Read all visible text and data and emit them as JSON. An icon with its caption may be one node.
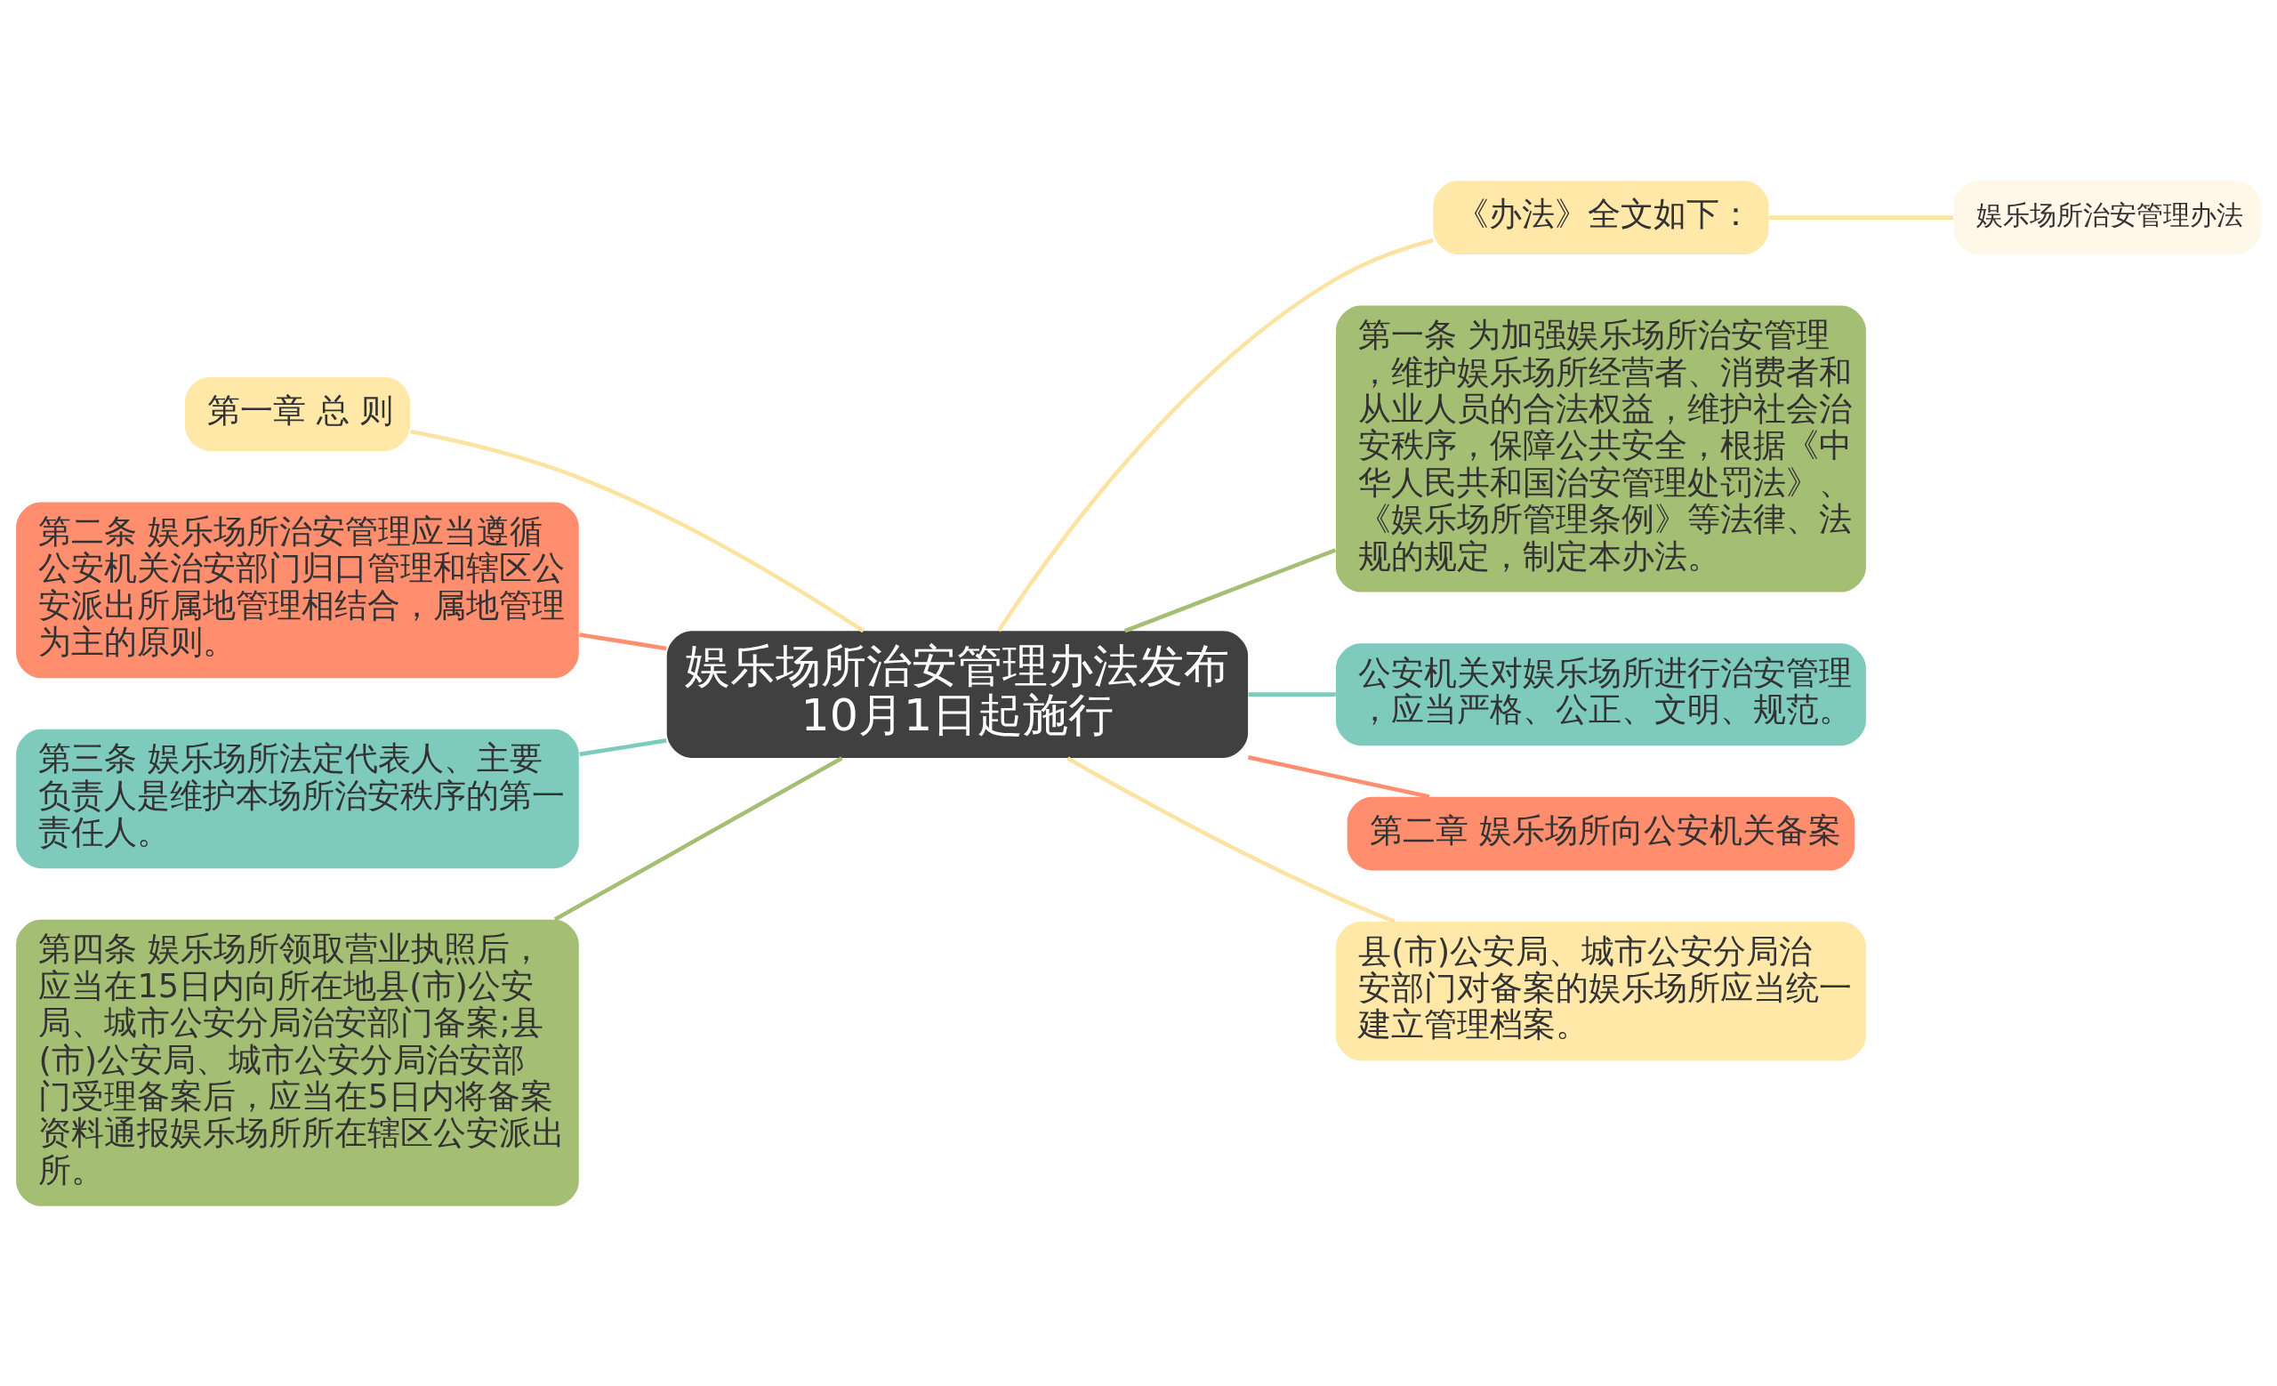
{
  "diagram": {
    "nodes": [
      {
        "text": [
          "娱乐场所治安管理办法发布 10月1日起施行"
        ]
      },
      {
        "text": [
          "第一章 总 则"
        ]
      },
      {
        "text": [
          "第二条 娱乐场所治安管理应当遵循公安机关治安部门归口管理和辖区公安派出所属地管理相结合，属地管理为主的原则。"
        ]
      },
      {
        "text": [
          "第三条 娱乐场所法定代表人、主要负责人是维护本场所治安秩序的第一责任人。"
        ]
      },
      {
        "text": [
          "第四条 娱乐场所领取营业执照后，应当在15日内向所在地县(市)公安局、城市公安分局治安部门备案;县(市)公安局、城市公安分局治安部门受理备案后，应当在5日内将备案资料通报娱乐场所所在辖区公安派出所。"
        ]
      },
      {
        "text": [
          "《办法》全文如下："
        ]
      },
      {
        "text": [
          "娱乐场所治安管理办法"
        ]
      },
      {
        "text": [
          "第一条 为加强娱乐场所治安管理，维护娱乐场所经营者、消费者和从业人员的合法权益，维护社会治安秩序，保障公共安全，根据《中华人民共和国治安管理处罚法》、《娱乐场所管理条例》等法律、法规的规定，制定本办法。"
        ]
      },
      {
        "text": [
          "公安机关对娱乐场所进行治安管理，应当严格、公正、文明、规范。"
        ]
      },
      {
        "text": [
          "第二章 娱乐场所向公安机关备案"
        ]
      },
      {
        "text": [
          "县(市)公安局、城市公安分局治安部门对备案的娱乐场所应当统一建立管理档案。"
        ]
      }
    ],
    "edges": [
      {
        "from": 0,
        "to": 1,
        "arrow": "none",
        "color": "#fde3a2"
      },
      {
        "from": 0,
        "to": 2,
        "arrow": "none",
        "color": "#ff8e6e"
      },
      {
        "from": 0,
        "to": 3,
        "arrow": "none",
        "color": "#7ecbbe"
      },
      {
        "from": 0,
        "to": 4,
        "arrow": "none",
        "color": "#a4be74"
      },
      {
        "from": 0,
        "to": 5,
        "arrow": "none",
        "color": "#fde3a2"
      },
      {
        "from": 5,
        "to": 6,
        "arrow": "none",
        "color": "#fde3a2"
      },
      {
        "from": 0,
        "to": 7,
        "arrow": "none",
        "color": "#a4be74"
      },
      {
        "from": 0,
        "to": 8,
        "arrow": "none",
        "color": "#7ecbbe"
      },
      {
        "from": 0,
        "to": 9,
        "arrow": "none",
        "color": "#ff8e6e"
      },
      {
        "from": 0,
        "to": 10,
        "arrow": "none",
        "color": "#fde3a2"
      }
    ]
  }
}
